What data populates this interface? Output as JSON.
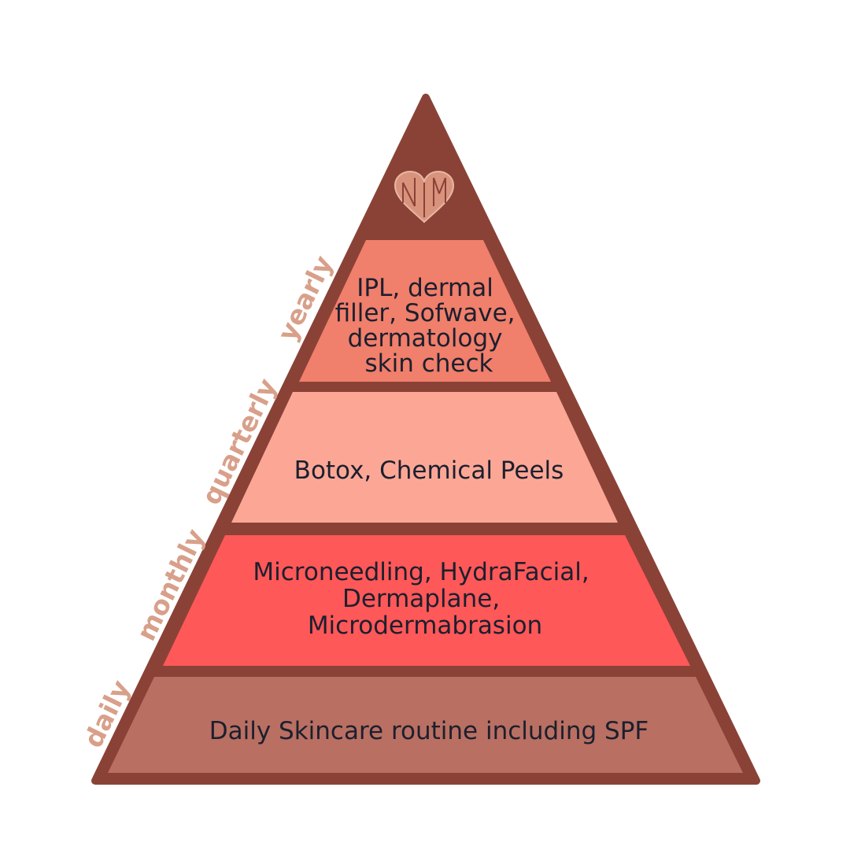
{
  "colors": {
    "frame": "#8a4237",
    "tier_yearly": "#f07f6b",
    "tier_quarterly": "#fca796",
    "tier_monthly": "#ff5859",
    "tier_daily": "#b96f62",
    "side_label": "#d8a08a",
    "logo_fill": "#d9937c"
  },
  "logo": {
    "icon": "heart-monogram-icon",
    "text": "NM"
  },
  "tiers": [
    {
      "key": "yearly",
      "frequency": "yearly",
      "lines": [
        "IPL, dermal",
        "filler, Sofwave,",
        "dermatology",
        "skin check"
      ]
    },
    {
      "key": "quarterly",
      "frequency": "quarterly",
      "lines": [
        "Botox, Chemical Peels"
      ]
    },
    {
      "key": "monthly",
      "frequency": "monthly",
      "lines": [
        "Microneedling,  HydraFacial,",
        "Dermaplane,",
        "Microdermabrasion"
      ]
    },
    {
      "key": "daily",
      "frequency": "daily",
      "lines": [
        "Daily Skincare routine including SPF"
      ]
    }
  ]
}
